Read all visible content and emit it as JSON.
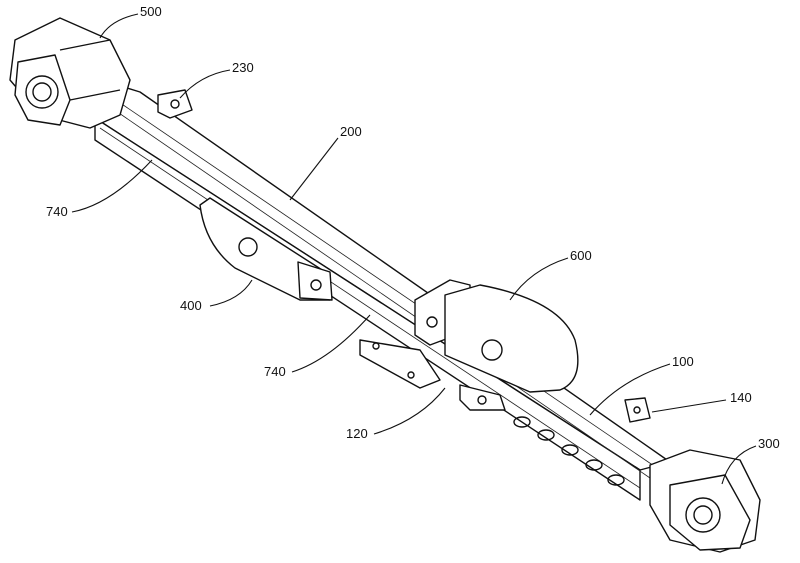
{
  "figure": {
    "labels": {
      "end_cap_top": "500",
      "bracket_top": "230",
      "rail": "200",
      "strip_upper": "740",
      "mount_plate": "400",
      "carriage": "600",
      "strip_lower": "740",
      "track": "100",
      "bracket_bottom": "140",
      "runner": "120",
      "end_cap_bottom": "300"
    }
  }
}
